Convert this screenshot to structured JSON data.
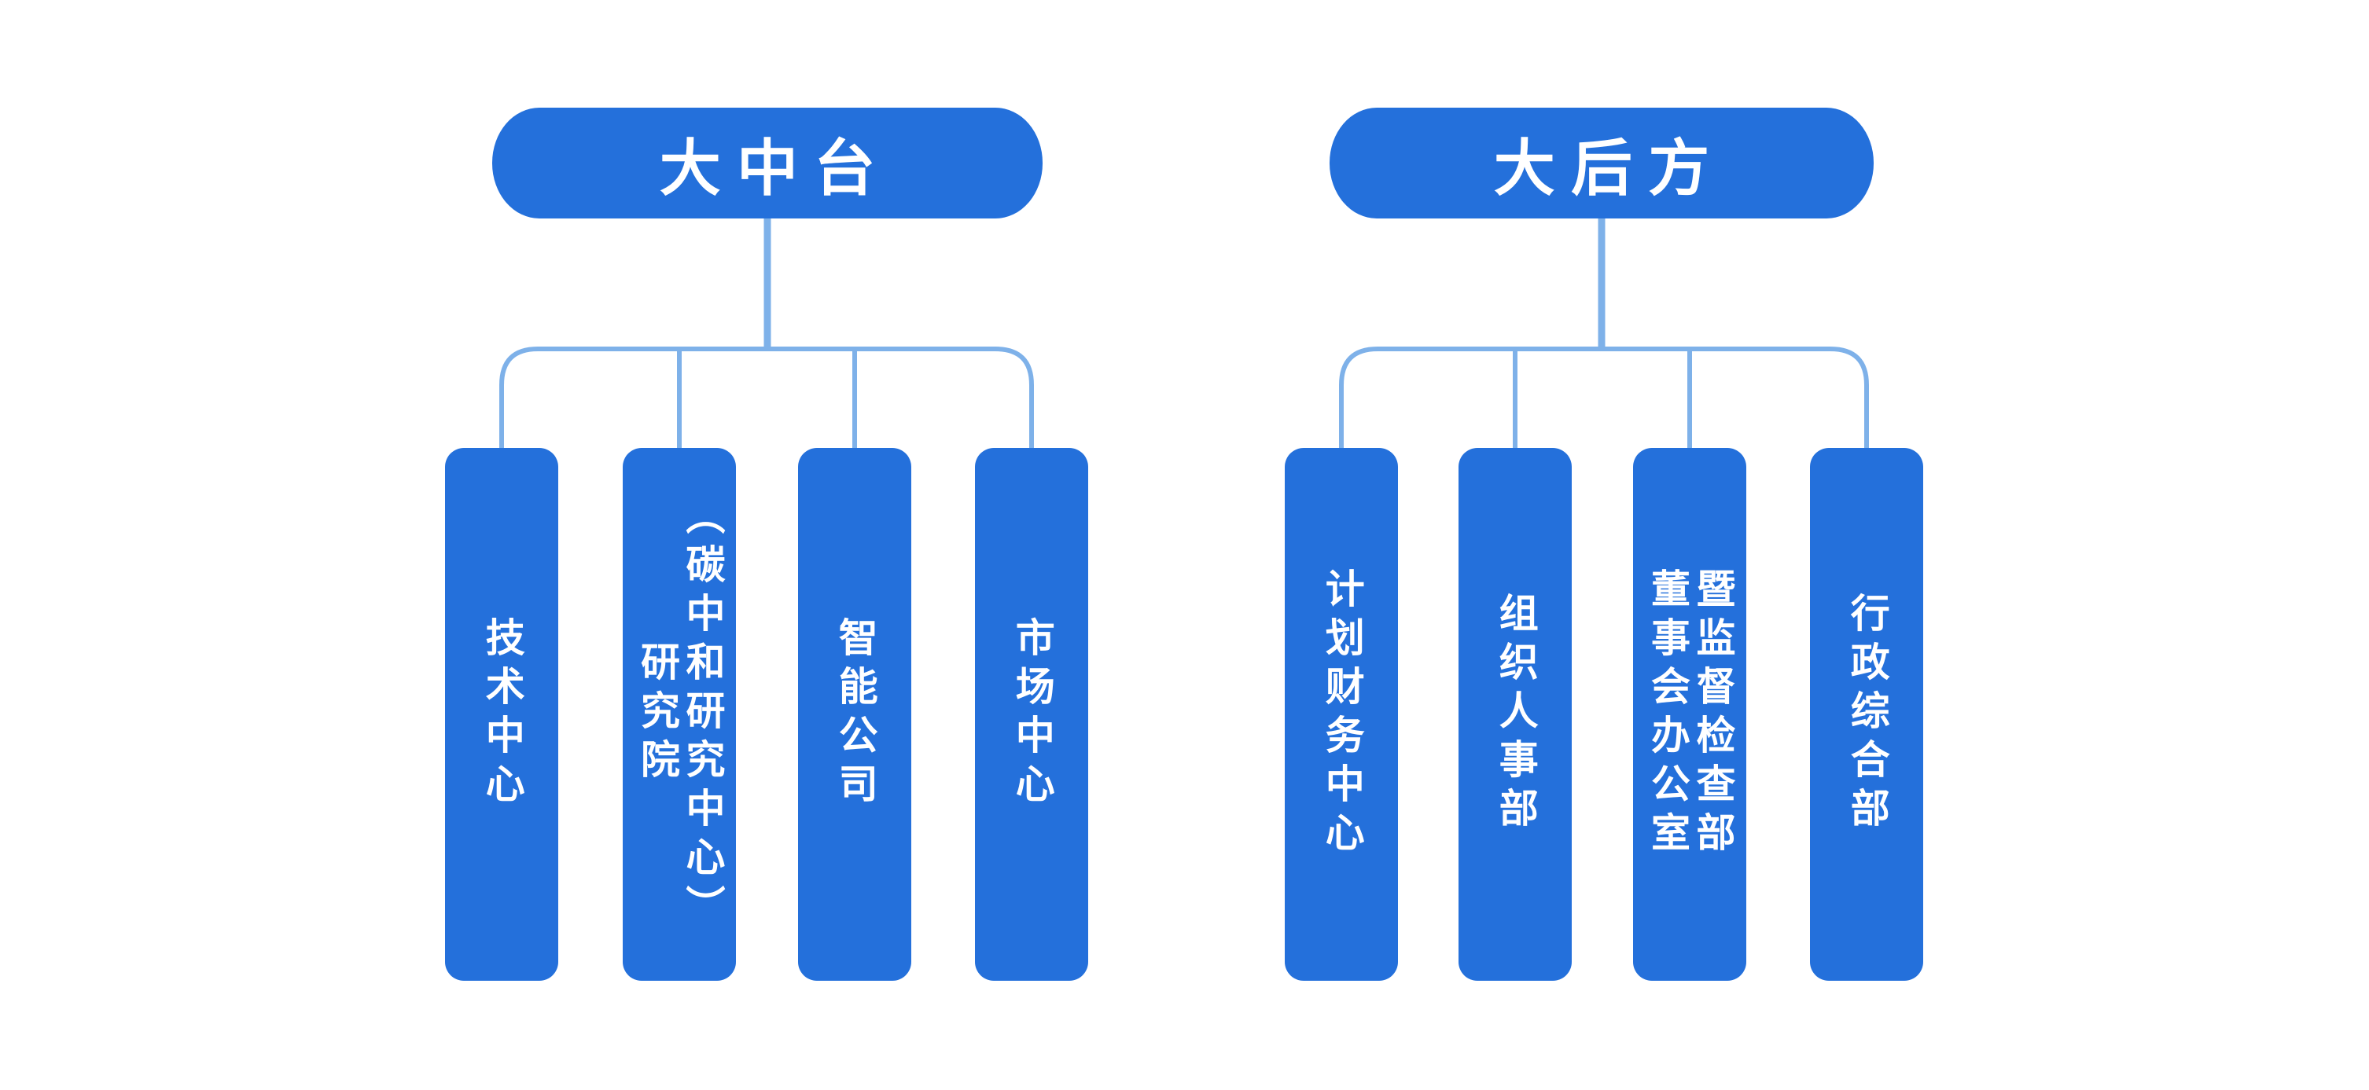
{
  "diagram": {
    "colors": {
      "node_fill": "#2470DB",
      "connector": "#7EB1E9",
      "node_text": "#FFFFFF",
      "background": "#FFFFFF"
    },
    "groups": [
      {
        "parent": {
          "label": "大中台"
        },
        "children": [
          {
            "label": "技术中心"
          },
          {
            "label": "研究院\n（碳中和研究中心）"
          },
          {
            "label": "智能公司"
          },
          {
            "label": "市场中心"
          }
        ]
      },
      {
        "parent": {
          "label": "大后方"
        },
        "children": [
          {
            "label": "计划财务中心"
          },
          {
            "label": "组织人事部"
          },
          {
            "label": "董事会办公室\n暨监督检查部"
          },
          {
            "label": "行政综合部"
          }
        ]
      }
    ]
  }
}
